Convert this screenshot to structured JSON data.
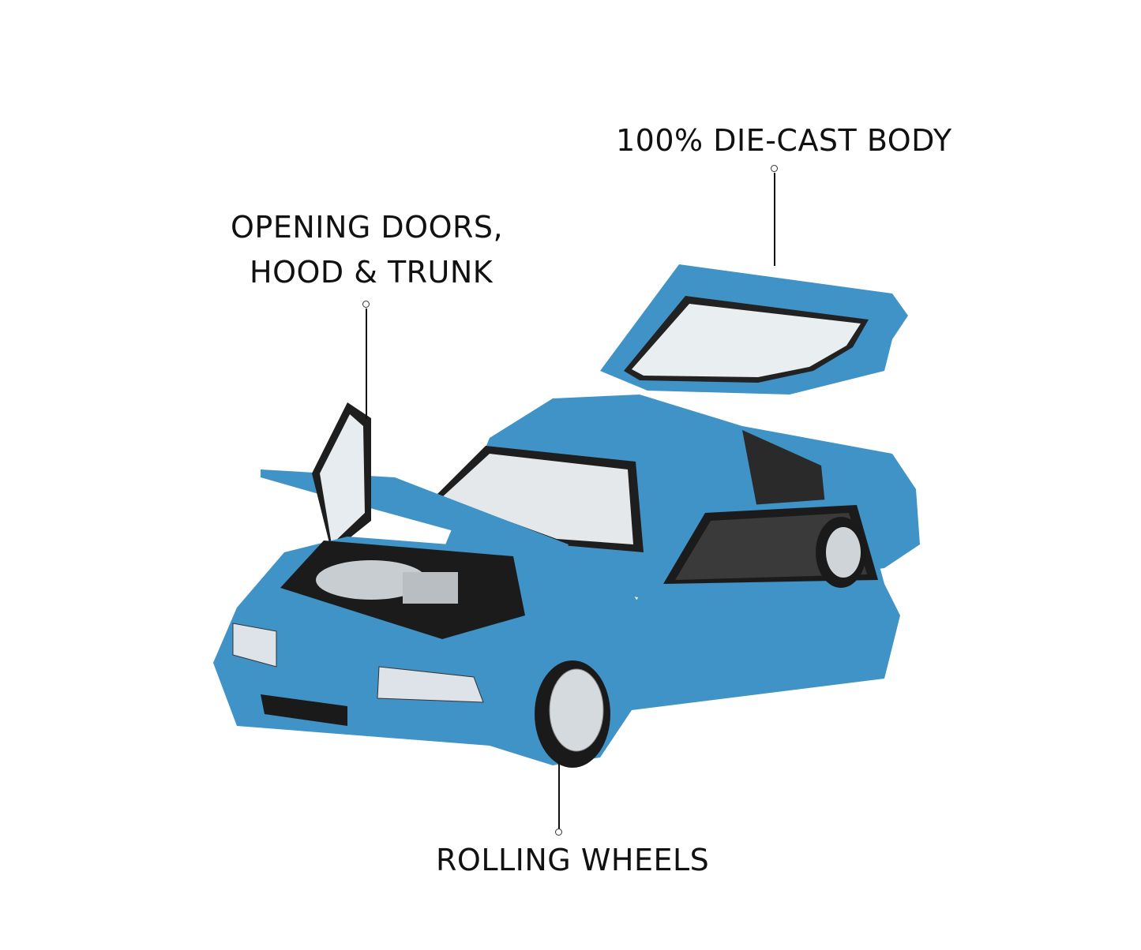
{
  "callouts": {
    "body": "100% DIE-CAST BODY",
    "doors_line1": "OPENING DOORS,",
    "doors_line2": "HOOD & TRUNK",
    "wheels": "ROLLING WHEELS"
  },
  "colors": {
    "car_body": "#3f93c6",
    "text": "#111111",
    "background": "#ffffff"
  }
}
